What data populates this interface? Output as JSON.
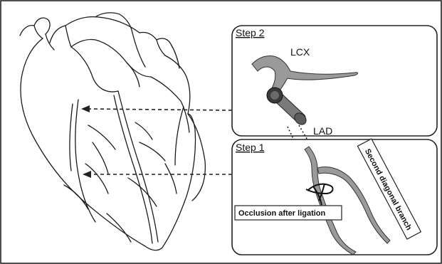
{
  "panels": {
    "step2": {
      "title": "Step 2"
    },
    "step1": {
      "title": "Step 1"
    }
  },
  "vessel_labels": {
    "lcx": "LCX",
    "lad": "LAD",
    "second_diagonal": "Second diagonal branch"
  },
  "annotation": {
    "occlusion": "Occlusion after ligation"
  },
  "colors": {
    "vessel_fill": "#9a9a9a",
    "vessel_dark": "#4a4a4a",
    "line": "#111111",
    "background": "#ffffff"
  }
}
